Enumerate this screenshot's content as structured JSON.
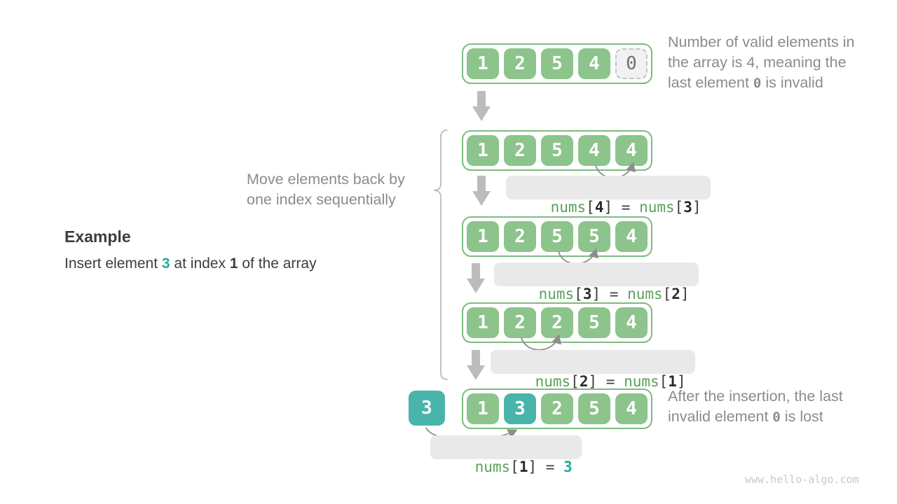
{
  "captions": {
    "top": {
      "line1": "Number of valid elements in",
      "line2": "the array is 4, meaning the",
      "line3_pre": "last element ",
      "line3_code": "0",
      "line3_post": " is invalid"
    },
    "move": {
      "line1": "Move elements back by",
      "line2": "one index sequentially"
    },
    "after": {
      "line1": "After the insertion, the last",
      "line2_pre": "invalid element ",
      "line2_code": "0",
      "line2_post": " is lost"
    }
  },
  "example": {
    "heading": "Example",
    "pre": "Insert element ",
    "value": "3",
    "mid": " at index ",
    "index": "1",
    "post": " of the array"
  },
  "arrays": {
    "row1": [
      "1",
      "2",
      "5",
      "4",
      "0"
    ],
    "row2": [
      "1",
      "2",
      "5",
      "4",
      "4"
    ],
    "row3": [
      "1",
      "2",
      "5",
      "5",
      "4"
    ],
    "row4": [
      "1",
      "2",
      "2",
      "5",
      "4"
    ],
    "row5": [
      "1",
      "3",
      "2",
      "5",
      "4"
    ],
    "insert_value": "3"
  },
  "labels": {
    "l2": {
      "fn1": "nums",
      "b1": "[",
      "i1": "4",
      "b2": "]",
      "eq": " = ",
      "fn2": "nums",
      "b3": "[",
      "i2": "3",
      "b4": "]"
    },
    "l3": {
      "fn1": "nums",
      "b1": "[",
      "i1": "3",
      "b2": "]",
      "eq": " = ",
      "fn2": "nums",
      "b3": "[",
      "i2": "2",
      "b4": "]"
    },
    "l4": {
      "fn1": "nums",
      "b1": "[",
      "i1": "2",
      "b2": "]",
      "eq": " = ",
      "fn2": "nums",
      "b3": "[",
      "i2": "1",
      "b4": "]"
    },
    "l5": {
      "fn1": "nums",
      "b1": "[",
      "i1": "1",
      "b2": "]",
      "eq": " = ",
      "val": "3"
    }
  },
  "watermark": "www.hello-algo.com",
  "colors": {
    "cell_green": "#8cc48c",
    "container_border_green": "#7eba81",
    "teal": "#49b4aa",
    "invalid_bg": "#f1f1f1",
    "label_bg": "#e9e9e9",
    "code_green": "#5aa15a",
    "caption_gray": "#8b8b8b",
    "body_text": "#3d3d3d",
    "block_arrow_gray": "#bcbcbc",
    "arc_arrow_gray": "#8d8d8d",
    "watermark_gray": "#c9c9c9"
  }
}
